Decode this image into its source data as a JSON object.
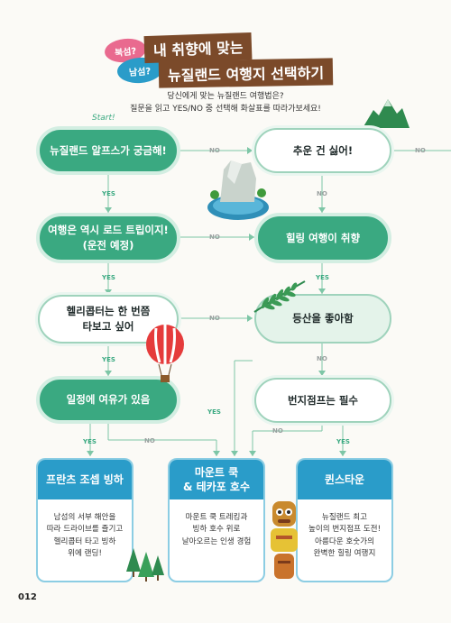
{
  "title": {
    "badge_1": "북섬?",
    "badge_2": "남섬?",
    "line_1": "내 취향에 맞는",
    "line_2": "뉴질랜드 여행지 선택하기"
  },
  "intro": {
    "line_1": "당신에게 맞는 뉴질랜드 여행법은?",
    "line_2": "질문을 읽고 YES/NO 중 선택해 화살표를 따라가보세요!"
  },
  "flow": {
    "start_label": "Start!",
    "yes_label": "YES",
    "no_label": "NO",
    "questions": {
      "q1": "뉴질랜드 알프스가 궁금해!",
      "q2_line1": "여행은 역시 로드 트립이지!",
      "q2_line2": "(운전 예정)",
      "q3_line1": "헬리콥터는 한 번쯤",
      "q3_line2": "타보고 싶어",
      "q4": "일정에 여유가 있음",
      "q5": "추운 건 싫어!",
      "q6": "힐링 여행이 취향",
      "q7": "등산을 좋아함",
      "q8": "번지점프는 필수"
    }
  },
  "results": [
    {
      "name_line1": "프란츠 조셉 빙하",
      "name_line2": "",
      "desc": [
        "남섬의 서부 해안을",
        "따라 드라이브를 즐기고",
        "헬리콥터 타고 빙하",
        "위에 랜딩!"
      ]
    },
    {
      "name_line1": "마운트 쿡",
      "name_line2": "& 테카포 호수",
      "desc": [
        "마운트 쿡 트레킹과",
        "빙하 호수 위로",
        "날아오르는 인생 경험"
      ]
    },
    {
      "name_line1": "퀸스타운",
      "name_line2": "",
      "desc": [
        "뉴질랜드 최고",
        "높이의 번지점프 도전!",
        "아름다운 호숫가의",
        "완벽한 힐링 여행지"
      ]
    }
  ],
  "page_number": "012",
  "colors": {
    "green": "#3aa981",
    "blue": "#2a9cc9",
    "brown": "#7b4a2a",
    "pink": "#e96a8f"
  }
}
